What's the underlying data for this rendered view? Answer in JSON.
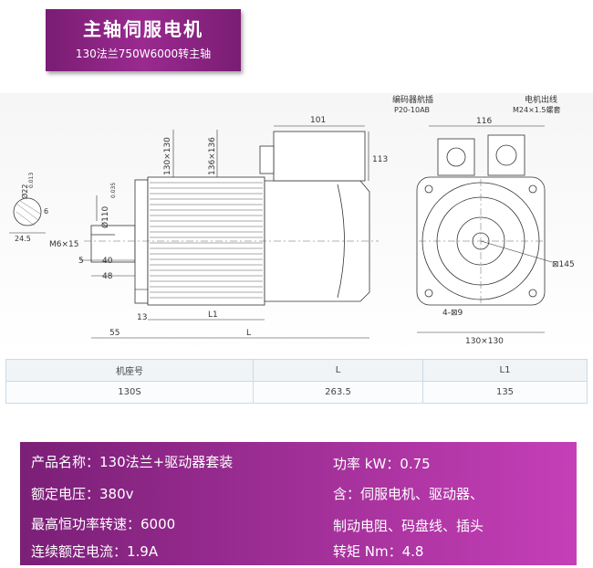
{
  "banner": {
    "title": "主轴伺服电机",
    "subtitle": "130法兰750W6000转主轴"
  },
  "drawing": {
    "labels": {
      "dim_101": "101",
      "dim_113": "113",
      "dim_130x130": "130×130",
      "dim_136x136": "136×136",
      "dim_110": "Ø110",
      "tol_110": "0.035",
      "dim_22": "Ø22",
      "tol_22": "0.013",
      "dim_6": "6",
      "dim_245": "24.5",
      "thread": "M6×15",
      "dim_5": "5",
      "dim_40": "40",
      "dim_48": "48",
      "dim_13": "13",
      "dim_L1": "L1",
      "dim_55": "55",
      "dim_L": "L",
      "encoder_label": "编码器航插",
      "encoder_model": "P20-10AB",
      "motor_out": "电机出线",
      "motor_thread": "M24×1.5螺套",
      "dim_116": "116",
      "dim_145": "⊠145",
      "holes": "4-⊠9",
      "front_130": "130×130"
    }
  },
  "table": {
    "headers": [
      "机座号",
      "L",
      "L1"
    ],
    "rows": [
      [
        "130S",
        "263.5",
        "135"
      ]
    ]
  },
  "specs": {
    "product": "产品名称：130法兰+驱动器套装",
    "voltage": "额定电压：380v",
    "speed": "最高恒功率转速：6000",
    "current": "连续额定电流：1.9A",
    "power": "功率 kW：0.75",
    "contains": "含：伺服电机、驱动器、",
    "contains2": "制动电阻、码盘线、插头",
    "torque": "转矩 Nm：4.8"
  }
}
